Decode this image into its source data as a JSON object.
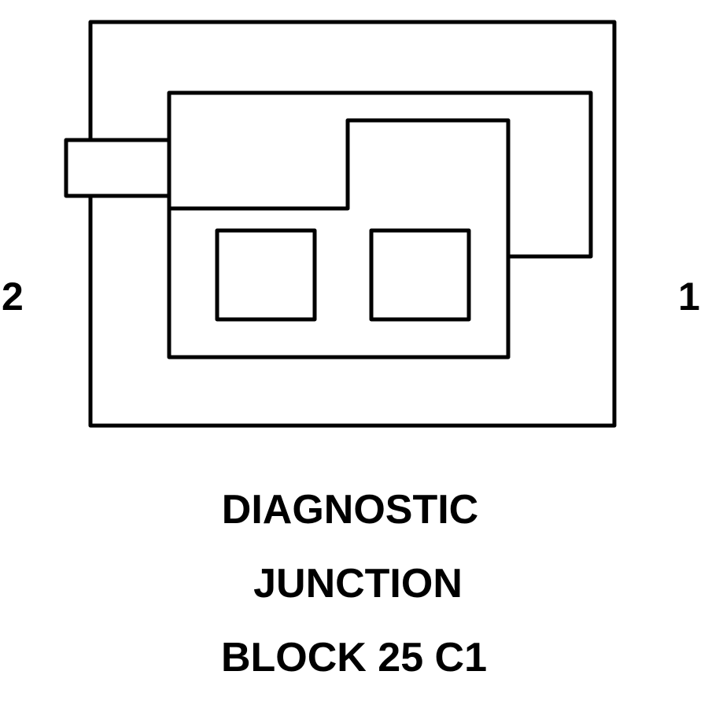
{
  "pins": {
    "left": "2",
    "right": "1"
  },
  "caption": {
    "line1": "DIAGNOSTIC",
    "line2": "JUNCTION",
    "line3": "BLOCK 25 C1"
  },
  "colors": {
    "stroke": "#000000",
    "background": "#ffffff"
  }
}
